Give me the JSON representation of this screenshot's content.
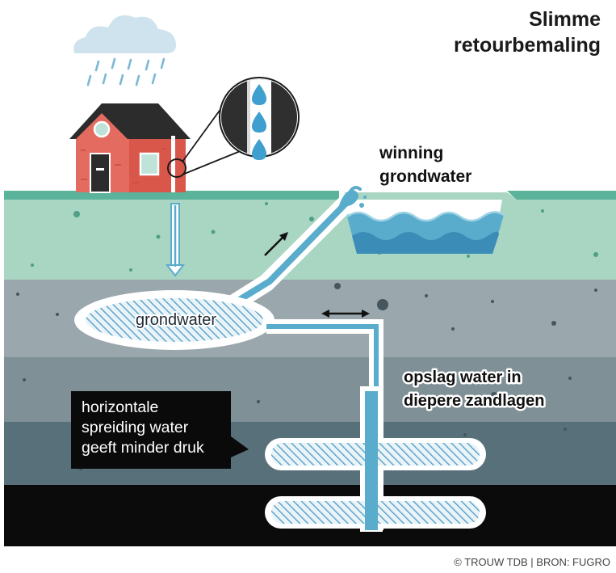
{
  "title": {
    "line1": "Slimme",
    "line2": "retourbemaling"
  },
  "labels": {
    "winning_line1": "winning",
    "winning_line2": "grondwater",
    "groundwater": "grondwater",
    "storage_line1": "opslag water in",
    "storage_line2": "diepere zandlagen"
  },
  "callout": {
    "line1": "horizontale",
    "line2": "spreiding water",
    "line3": "geeft minder druk"
  },
  "credit": "© TROUW TDB | BRON: FUGRO",
  "icons": [
    "rain-cloud-icon",
    "house-icon",
    "water-drop-icon",
    "water-spout-icon",
    "arrow-up-right-icon",
    "double-arrow-icon",
    "arrow-down-icon"
  ],
  "colors": {
    "grass": "#5ab39a",
    "topsoil": "#a9d5c3",
    "layer1": "#9aa7ad",
    "layer2": "#7f9097",
    "layer3": "#587079",
    "bedrock": "#0b0b0b",
    "water": "#5aaccd",
    "water_dark": "#3b8db7",
    "house_wall": "#e46b5f",
    "house_roof": "#2c2c2c",
    "cloud": "#cfe3ee",
    "rain": "#7cb8d6"
  }
}
